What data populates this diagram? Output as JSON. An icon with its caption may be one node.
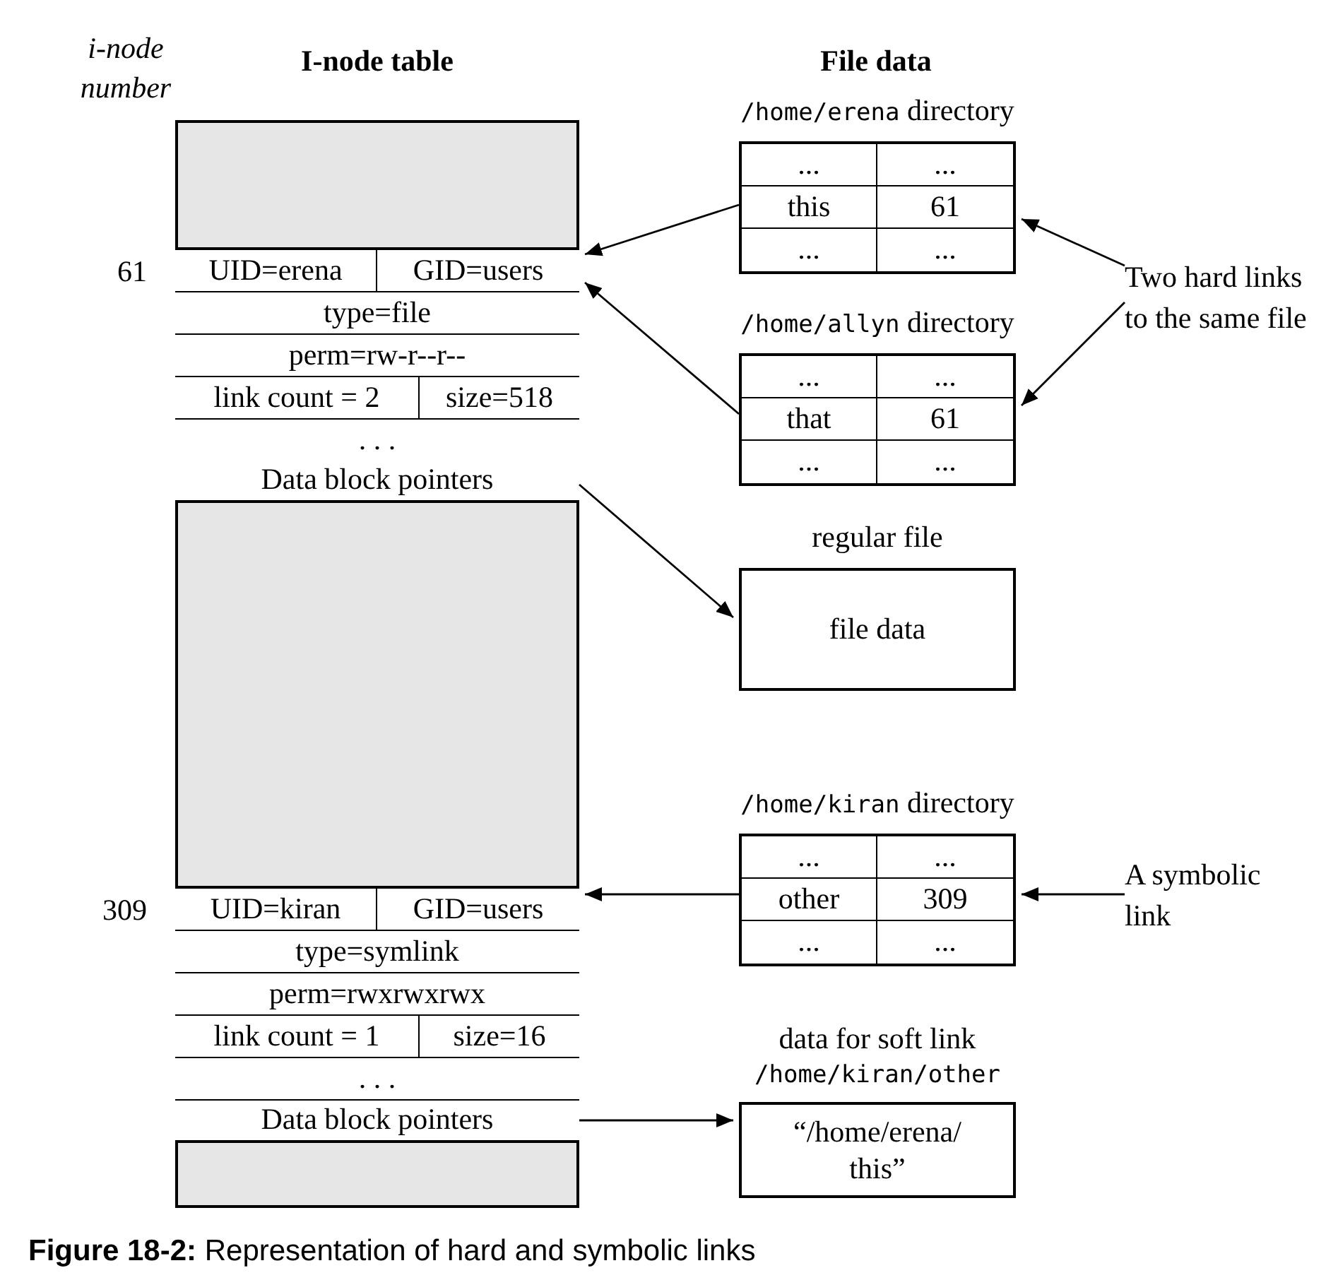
{
  "diagram": {
    "caption": "**Figure 18-2:** Representation of hard and symbolic links",
    "nodes": [
      {
        "text": [
          "I-node table"
        ]
      },
      {
        "text": [
          "UID=erena",
          "GID=users",
          "type=file",
          "perm=rw-r--r--",
          "link count = 2",
          "size=518",
          ". . ."
        ],
        "beside": [
          "61"
        ],
        "in": 0
      },
      {
        "text": [
          "Data block pointers"
        ],
        "in": 1
      },
      {
        "text": [
          "UID=kiran",
          "GID=users",
          "type=symlink",
          "perm=rwxrwxrwx",
          "link count = 1",
          "size=16",
          ". . ."
        ],
        "beside": [
          "309"
        ],
        "in": 0
      },
      {
        "text": [
          "Data block pointers"
        ],
        "in": 3
      },
      {
        "text": [
          "/home/erena directory",
          "...",
          "...",
          "this",
          "61",
          "...",
          "..."
        ]
      },
      {
        "text": [
          "/home/allyn directory",
          "...",
          "...",
          "that",
          "61",
          "...",
          "..."
        ]
      },
      {
        "text": [
          "regular file",
          "file data"
        ]
      },
      {
        "text": [
          "/home/kiran directory",
          "...",
          "...",
          "other",
          "309",
          "...",
          "..."
        ]
      },
      {
        "text": [
          "data for soft link",
          "/home/kiran/other",
          "“/home/erena/ this”"
        ]
      },
      {
        "text": [
          "Two hard links to the same file"
        ]
      },
      {
        "text": [
          "A symbolic link"
        ]
      }
    ],
    "edges": [
      {
        "from": 5,
        "to": 1,
        "arrow": "to"
      },
      {
        "from": 6,
        "to": 1,
        "arrow": "to"
      },
      {
        "from": 10,
        "to": 5,
        "arrow": "to"
      },
      {
        "from": 10,
        "to": 6,
        "arrow": "to"
      },
      {
        "from": 2,
        "to": 7,
        "arrow": "to"
      },
      {
        "from": 8,
        "to": 3,
        "arrow": "to"
      },
      {
        "from": 11,
        "to": 8,
        "arrow": "to"
      },
      {
        "from": 4,
        "to": 9,
        "arrow": "to"
      }
    ],
    "labels": [
      "i-node number",
      "File data"
    ]
  }
}
